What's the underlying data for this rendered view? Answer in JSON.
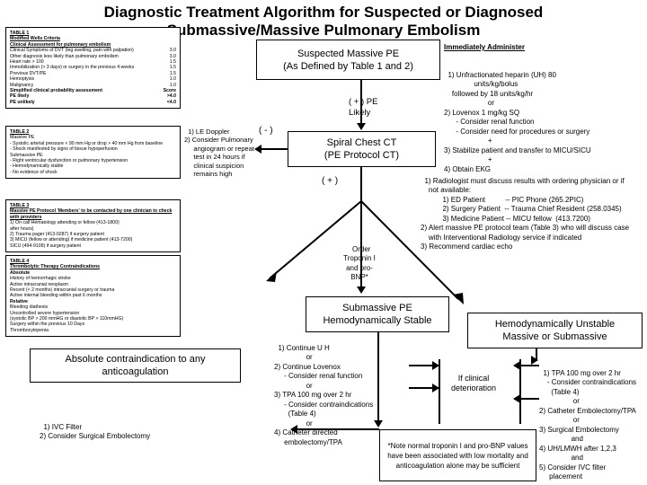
{
  "title": "Diagnostic Treatment Algorithm for Suspected or Diagnosed Submassive/Massive Pulmonary Embolism",
  "tables": {
    "table1": {
      "label": "TABLE 1",
      "subtitle": "Modified Wells Criteria",
      "subtitle2": "Clinical Assessment for pulmonary embolism",
      "rows": [
        {
          "text": "Clinical Symptoms of DVT (leg swelling, pain with palpation)",
          "score": "3.0"
        },
        {
          "text": "Other diagnosis less likely than pulmonary embolism",
          "score": "3.0"
        },
        {
          "text": "Heart rate > 100",
          "score": "1.5"
        },
        {
          "text": "Immobilization (> 3 days) or surgery in the previous 4 weeks",
          "score": "1.5"
        },
        {
          "text": "Previous DVT/PE",
          "score": "1.5"
        },
        {
          "text": "Hemoptysis",
          "score": "1.0"
        },
        {
          "text": "Malignancy",
          "score": "1.0"
        }
      ],
      "footer_label": "Simplified clinical probability assessment",
      "footer_score": "Score",
      "footer_rows": [
        {
          "text": "PE likely",
          "score": ">4.0"
        },
        {
          "text": "PE unlikely",
          "score": "<4.0"
        }
      ]
    },
    "table2": {
      "label": "TABLE 2",
      "sections": [
        {
          "heading": "Massive PE",
          "items": [
            "- Systolic arterial pressure < 90 mm Hg or drop > 40 mm Hg from baseline",
            "- Shock manifested by signs of tissue hypoperfusion"
          ]
        },
        {
          "heading": "Submassive PE",
          "items": [
            "- Right ventricular dysfunction or pulmonary hypertension",
            "- Hemodynamically stable",
            "- No evidence of shock"
          ]
        }
      ]
    },
    "table3": {
      "label": "TABLE 3",
      "subtitle": "Massive PE Protocol 'Members' to be contacted by one clinician to check with providers",
      "items": [
        "1) On call Hematology attending or fellow (413-1800)",
        "     after hours)",
        "2) Trauma pager (413-0287) if surgery patient",
        "3) MICU (fellow or attending) if medicine patient (413-7200)",
        "     SICU (494-9109) if surgery patient"
      ]
    },
    "table4": {
      "label": "TABLE 4",
      "subtitle": "Thrombolytic Therapy Contraindications",
      "groups": [
        {
          "heading": "Absolute",
          "items": [
            "History of hemorrhagic stroke",
            "Active intracranial neoplasm",
            "Recent (< 2 months) intracranial surgery or trauma",
            "Active internal bleeding within past 6 months"
          ]
        },
        {
          "heading": "Relative",
          "items": [
            "Bleeding diathesis",
            "Uncontrolled severe hypertension",
            "(systolic BP > 200 mmHG or diastolic BP > 110mmHG)",
            "Surgery within the previous 10 Days",
            "Thrombocytopenia"
          ]
        }
      ]
    }
  },
  "flow": {
    "suspected": "Suspected Massive PE\n(As Defined by Table 1 and 2)",
    "pe_likely": "( + ) PE\n        Likely",
    "ct": "Spiral Chest CT\n(PE Protocol CT)",
    "ct_negative_sign": "( - )",
    "ct_positive_sign": "( + )",
    "negative_branch": "1) LE Doppler\n2) Consider Pulmonary\n     angiogram or repeat\n     test in 24 hours if\n     clinical suspicion\n     remains high",
    "order_labs": "Order\nTroponin I\nand pro-\nBNP*",
    "submassive": "Submassive PE\nHemodynamically Stable",
    "unstable": "Hemodynamically Unstable\nMassive or Submassive",
    "absolute_contra": "Absolute contraindication to any\nanticoagulation",
    "absolute_list": "1) IVC Filter\n2) Consider Surgical Embolectomy",
    "deterioration": "If clinical\ndeterioration",
    "submassive_list": "1) Continue U H\n                or\n2) Continue Lovenox\n     - Consider renal function\n                or\n3) TPA 100 mg over 2 hr\n     - Consider contraindications\n       (Table 4)\n                or\n4) Catheter directed\n     embolectomy/TPA",
    "unstable_list": "1) TPA 100 mg over 2 hr\n    - Consider contraindications\n      (Table 4)\n                 or\n2) Catheter Embolectomy/TPA\n                 or\n3) Surgical Embolectomy\n                and\n4) UH/LMWH after 1,2,3\n                and\n5) Consider IVC filter\n     placement",
    "footnote": "*Note normal troponin I and pro-BNP values have been associated with low mortality and anticoagulation alone may be sufficient"
  },
  "administer": {
    "heading": "Immediately Administer",
    "body": "1) Unfractionated heparin (UH) 80\n               units/kg/bolus\n    followed by 18 units/kg/hr\n                      or\n2) Lovenox 1 mg/kg SQ\n      - Consider renal function\n      - Consider need for procedures or surgery\n                      +\n3) Stabilize patient and transfer to MICU/SICU\n                      +\n4) Obtain EKG"
  },
  "radiology": {
    "body": "1) Radiologist must discuss results with ordering physician or if\n    not available:\n           1) ED Patient          -- PIC Phone (265.2PIC)\n           2) Surgery Patient  -- Trauma Chief Resident (258.0345)\n           3) Medicine Patient -- MICU fellow  (413.7200)\n2) Alert massive PE protocol team (Table 3) who will discuss case\n    with Interventional Radiology service if indicated\n3) Recommend cardiac echo"
  }
}
